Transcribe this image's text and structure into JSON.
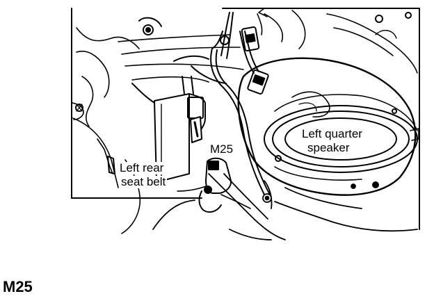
{
  "figure": {
    "code": "M25"
  },
  "callouts": {
    "speaker_line1": "Left quarter",
    "speaker_line2": "speaker",
    "connector": "M25",
    "seatbelt_line1": "Left rear",
    "seatbelt_line2": "seat belt"
  },
  "colors": {
    "ink": "#000000",
    "paper": "#ffffff"
  }
}
